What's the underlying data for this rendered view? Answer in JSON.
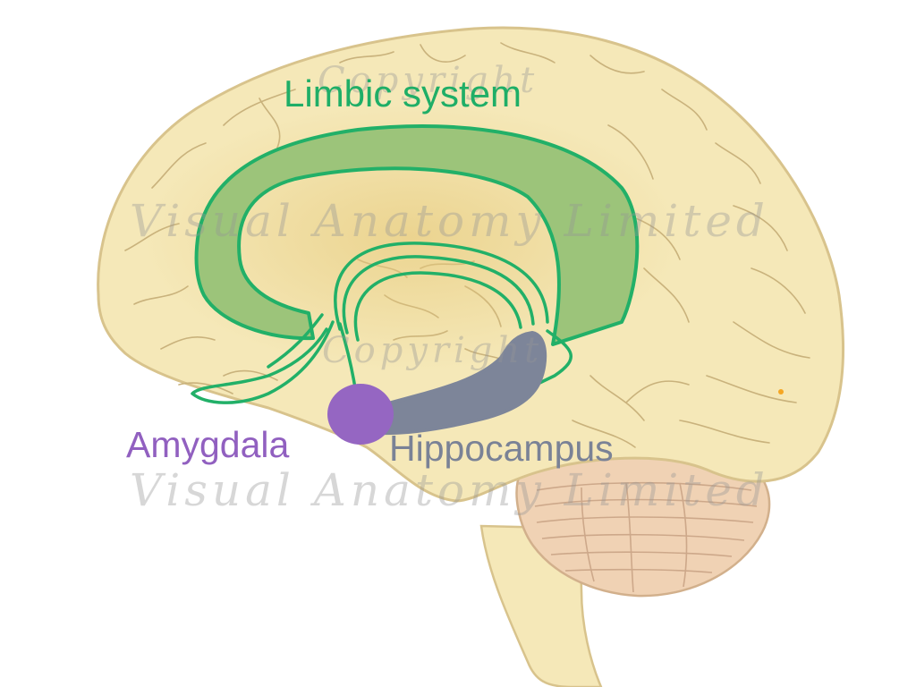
{
  "labels": {
    "limbic_system": "Limbic system",
    "amygdala": "Amygdala",
    "hippocampus": "Hippocampus"
  },
  "watermarks": {
    "copyright": "Copyright",
    "visual_anatomy": "Visual Anatomy Limited"
  },
  "colors": {
    "brain_fill": "#f5e8b8",
    "brain_outline": "#d8c38c",
    "sulci": "#c9b27c",
    "cerebellum_fill": "#f0d2b4",
    "limbic_green": "#22b068",
    "limbic_fill": "#9cc47a",
    "amygdala_purple": "#9566c2",
    "hippocampus_gray": "#7d8599",
    "label_green": "#1fae67",
    "label_purple": "#9160c0",
    "label_gray": "#7a8296"
  }
}
